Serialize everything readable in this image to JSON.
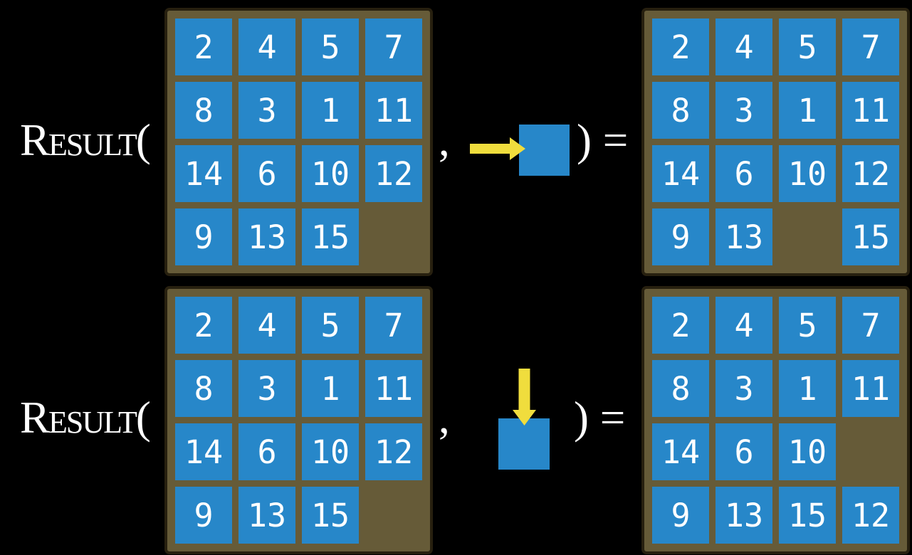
{
  "figure": {
    "colors": {
      "page_bg": "#000000",
      "board_frame": "#665b38",
      "board_border": "#27200f",
      "tile": "#2787c9",
      "tile_text": "#ffffff",
      "arrow": "#f0dd3d",
      "label_text": "#ffffff"
    },
    "rows": [
      {
        "name": "move-right-example",
        "function_label": "Result(",
        "separator": ",",
        "close_label": ") =",
        "action": {
          "icon": "arrow-right-icon",
          "direction": "right"
        },
        "input_board": [
          [
            2,
            4,
            5,
            7
          ],
          [
            8,
            3,
            1,
            11
          ],
          [
            14,
            6,
            10,
            12
          ],
          [
            9,
            13,
            15,
            null
          ]
        ],
        "output_board": [
          [
            2,
            4,
            5,
            7
          ],
          [
            8,
            3,
            1,
            11
          ],
          [
            14,
            6,
            10,
            12
          ],
          [
            9,
            13,
            null,
            15
          ]
        ]
      },
      {
        "name": "move-down-example",
        "function_label": "Result(",
        "separator": ",",
        "close_label": ") =",
        "action": {
          "icon": "arrow-down-icon",
          "direction": "down"
        },
        "input_board": [
          [
            2,
            4,
            5,
            7
          ],
          [
            8,
            3,
            1,
            11
          ],
          [
            14,
            6,
            10,
            12
          ],
          [
            9,
            13,
            15,
            null
          ]
        ],
        "output_board": [
          [
            2,
            4,
            5,
            7
          ],
          [
            8,
            3,
            1,
            11
          ],
          [
            14,
            6,
            10,
            null
          ],
          [
            9,
            13,
            15,
            12
          ]
        ]
      }
    ]
  }
}
